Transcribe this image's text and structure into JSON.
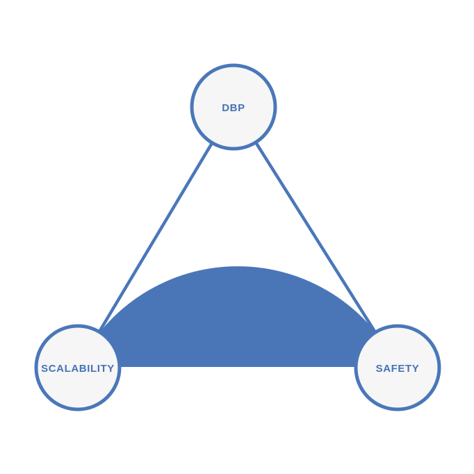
{
  "diagram": {
    "type": "venn-triangle-tradeoff",
    "nodes": [
      {
        "id": "dbp",
        "label": "DBP",
        "position": "top"
      },
      {
        "id": "scalability",
        "label": "SCALABILITY",
        "position": "bottom-left"
      },
      {
        "id": "safety",
        "label": "SAFETY",
        "position": "bottom-right"
      }
    ],
    "edges": [
      {
        "from": "dbp",
        "to": "scalability"
      },
      {
        "from": "dbp",
        "to": "safety"
      }
    ],
    "overlap_shape": {
      "between": [
        "scalability",
        "safety"
      ],
      "description": "filled circular segment (dome) spanning between the two bottom nodes"
    },
    "colors": {
      "accent_blue": "#4a76b8",
      "edge_stroke": "#4a77b9",
      "node_fill": "#f6f6f7",
      "node_border": "#4a77b9",
      "label_text": "#4673b5",
      "background": "#ffffff"
    }
  }
}
